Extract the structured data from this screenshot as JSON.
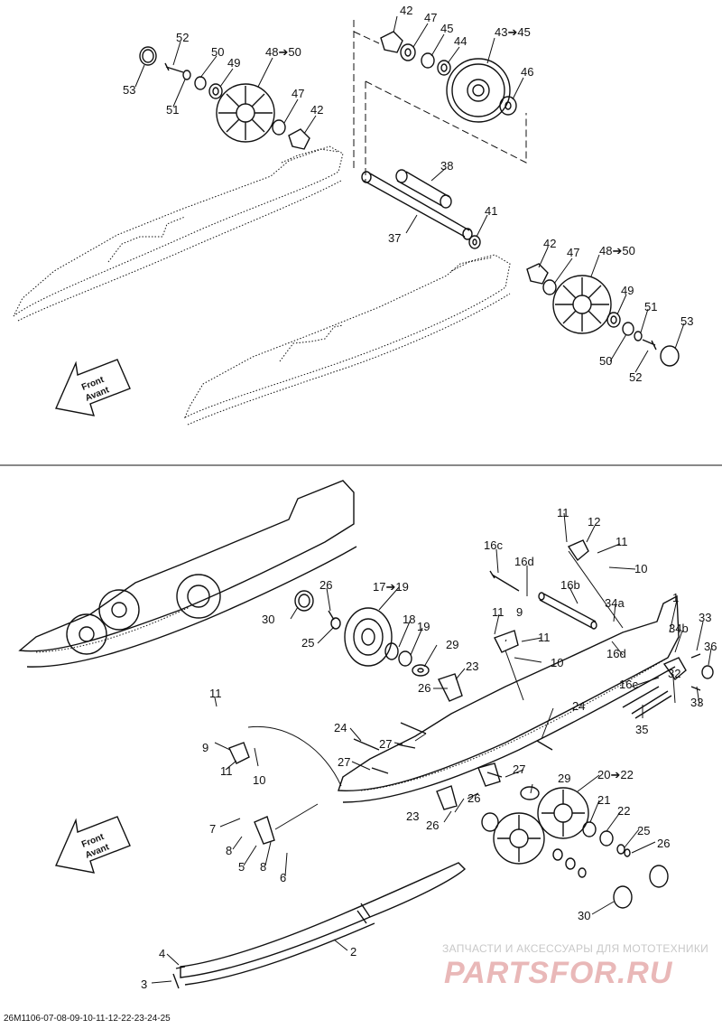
{
  "figure_code": "26M1106-07-08-09-10-11-12-22-23-24-25",
  "watermark": {
    "subtitle": "ЗАПЧАСТИ И АКСЕССУАРЫ ДЛЯ МОТОТЕХНИКИ",
    "logo": "PARTSFOR.RU"
  },
  "direction_arrows": [
    {
      "line1": "Front",
      "line2": "Avant"
    },
    {
      "line1": "Front",
      "line2": "Avant"
    }
  ],
  "callouts_top": {
    "c42a": "42",
    "c47a": "47",
    "c45": "45",
    "c44": "44",
    "c43_45": "43➔45",
    "c46": "46",
    "c52a": "52",
    "c50a": "50",
    "c49a": "49",
    "c48_50a": "48➔50",
    "c53a": "53",
    "c51a": "51",
    "c47b": "47",
    "c42b": "42",
    "c38": "38",
    "c41": "41",
    "c37": "37",
    "c42c": "42",
    "c47c": "47",
    "c48_50b": "48➔50",
    "c49b": "49",
    "c51b": "51",
    "c53b": "53",
    "c50b": "50",
    "c52b": "52"
  },
  "callouts_bottom": {
    "c11a": "11",
    "c12": "12",
    "c11b": "11",
    "c10a": "10",
    "c16c_a": "16c",
    "c16d_a": "16d",
    "c16b": "16b",
    "c1": "1",
    "c34a": "34a",
    "c33a": "33",
    "c34b": "34b",
    "c36": "36",
    "c26a": "26",
    "c17_19": "17➔19",
    "c30a": "30",
    "c18": "18",
    "c19": "19",
    "c25a": "25",
    "c11c": "11",
    "c9a": "9",
    "c11d": "11",
    "c10b": "10",
    "c16d_b": "16d",
    "c29a": "29",
    "c23a": "23",
    "c26b": "26",
    "c16c_b": "16c",
    "c32": "32",
    "c33b": "33",
    "c35": "35",
    "c11e": "11",
    "c9b": "9",
    "c11f": "11",
    "c10c": "10",
    "c24a": "24",
    "c27a": "27",
    "c24b": "24",
    "c27b": "27",
    "c27c": "27",
    "c29b": "29",
    "c20_22": "20➔22",
    "c26c": "26",
    "c21": "21",
    "c22": "22",
    "c23b": "23",
    "c26d": "26",
    "c25b": "25",
    "c26e": "26",
    "c7": "7",
    "c8a": "8",
    "c5": "5",
    "c8b": "8",
    "c6": "6",
    "c30b": "30",
    "c2": "2",
    "c4": "4",
    "c3": "3"
  }
}
